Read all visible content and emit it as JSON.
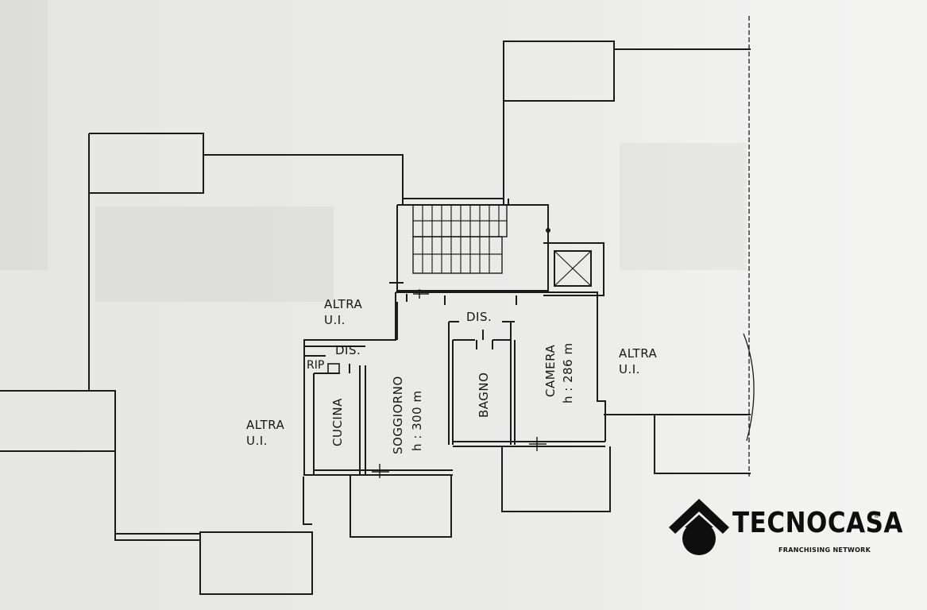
{
  "rooms": {
    "altra_ui_north": {
      "line1": "ALTRA",
      "line2": "U.I."
    },
    "altra_ui_west": {
      "line1": "ALTRA",
      "line2": "U.I."
    },
    "altra_ui_east": {
      "line1": "ALTRA",
      "line2": "U.I."
    },
    "dis_small": "DIS.",
    "dis_main": "DIS.",
    "rip": "RIP",
    "cucina": "CUCINA",
    "soggiorno": {
      "name": "SOGGIORNO",
      "height": "h : 300 m"
    },
    "bagno": "BAGNO",
    "camera": {
      "name": "CAMERA",
      "height": "h : 286 m"
    }
  },
  "logo": {
    "brand": "TECNOCASA",
    "tagline": "FRANCHISING NETWORK",
    "registered": "®"
  }
}
